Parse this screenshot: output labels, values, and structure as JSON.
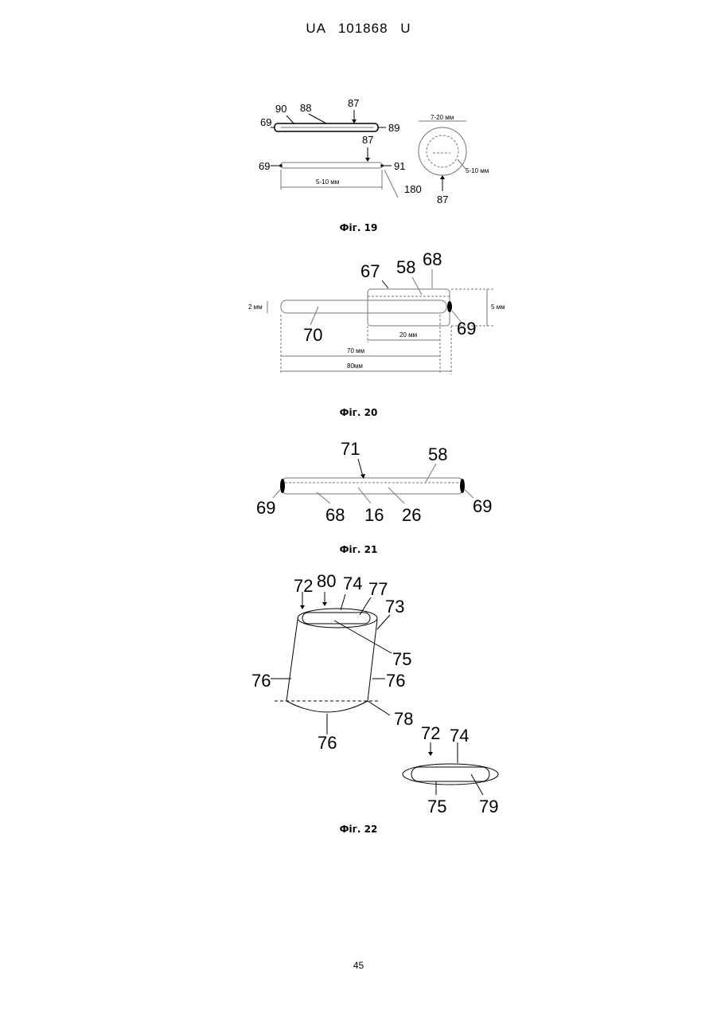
{
  "header": {
    "text": "UA   101868   U"
  },
  "page_number": "45",
  "figures": {
    "fig19": {
      "caption": "Фіг. 19",
      "labels": {
        "l69a": "69",
        "l90": "90",
        "l88": "88",
        "l87a": "87",
        "l89": "89",
        "l87b": "87",
        "l69b": "69",
        "l91": "91",
        "l180": "180",
        "l87c": "87"
      },
      "dimensions": {
        "length": "5-10 мм",
        "outer": "7-20 мм",
        "inner": "5-10 мм"
      }
    },
    "fig20": {
      "caption": "Фіг. 20",
      "labels": {
        "l67": "67",
        "l58": "58",
        "l68": "68",
        "l70": "70",
        "l69": "69"
      },
      "dimensions": {
        "height_left": "2 мм",
        "height_right": "5 мм",
        "inner": "20 мм",
        "mid": "70 мм",
        "total": "80мм"
      }
    },
    "fig21": {
      "caption": "Фіг. 21",
      "labels": {
        "l71": "71",
        "l58": "58",
        "l69a": "69",
        "l68": "68",
        "l16": "16",
        "l26": "26",
        "l69b": "69"
      }
    },
    "fig22": {
      "caption": "Фіг. 22",
      "labels": {
        "l72a": "72",
        "l80": "80",
        "l74a": "74",
        "l77": "77",
        "l73": "73",
        "l75a": "75",
        "l76a": "76",
        "l76b": "76",
        "l78": "78",
        "l76c": "76",
        "l72b": "72",
        "l74b": "74",
        "l75b": "75",
        "l79": "79"
      }
    }
  }
}
